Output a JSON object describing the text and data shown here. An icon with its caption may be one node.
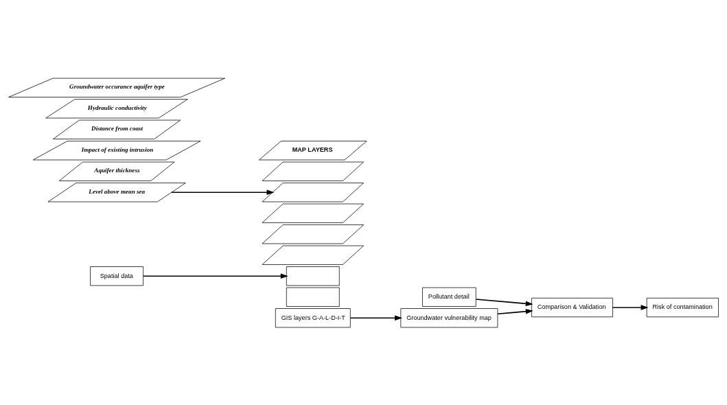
{
  "diagram": {
    "nodes": [
      {
        "text": [
          "Groundwater occurance aquifer type"
        ]
      },
      {
        "text": [
          "Hydraulic conductivity"
        ]
      },
      {
        "text": [
          "Level above mean sea"
        ]
      },
      {
        "text": [
          "Distance from coast"
        ]
      },
      {
        "text": [
          "Impact of existing intrusion"
        ]
      },
      {
        "text": [
          "Aquifer thickness"
        ]
      },
      {
        "text": [
          "MAP LAYERS"
        ]
      },
      {
        "text": [],
        "shape": "parallelogram"
      },
      {
        "text": [],
        "shape": "parallelogram"
      },
      {
        "text": [],
        "shape": "parallelogram"
      },
      {
        "text": [],
        "shape": "parallelogram"
      },
      {
        "text": [],
        "shape": "parallelogram"
      },
      {
        "text": [
          "Spatial data"
        ]
      },
      {
        "text": [],
        "shape": "box"
      },
      {
        "text": [],
        "shape": "box"
      },
      {
        "text": [
          "GIS layers G-A-L-D-I-T"
        ]
      },
      {
        "text": [
          "Groundwater vulnerability map"
        ]
      },
      {
        "text": [
          "Comparison & Validation"
        ]
      },
      {
        "text": [
          "Pollutant detail"
        ]
      },
      {
        "text": [
          "Risk of contamination"
        ]
      }
    ],
    "edges": [
      {
        "from": 2,
        "to": 8,
        "arrow": "to"
      },
      {
        "from": 12,
        "to": 13,
        "arrow": "to"
      },
      {
        "from": 15,
        "to": 16,
        "arrow": "to"
      },
      {
        "from": 16,
        "to": 17,
        "arrow": "to"
      },
      {
        "from": 18,
        "to": 17,
        "arrow": "to"
      },
      {
        "from": 17,
        "to": 19,
        "arrow": "to"
      }
    ]
  }
}
